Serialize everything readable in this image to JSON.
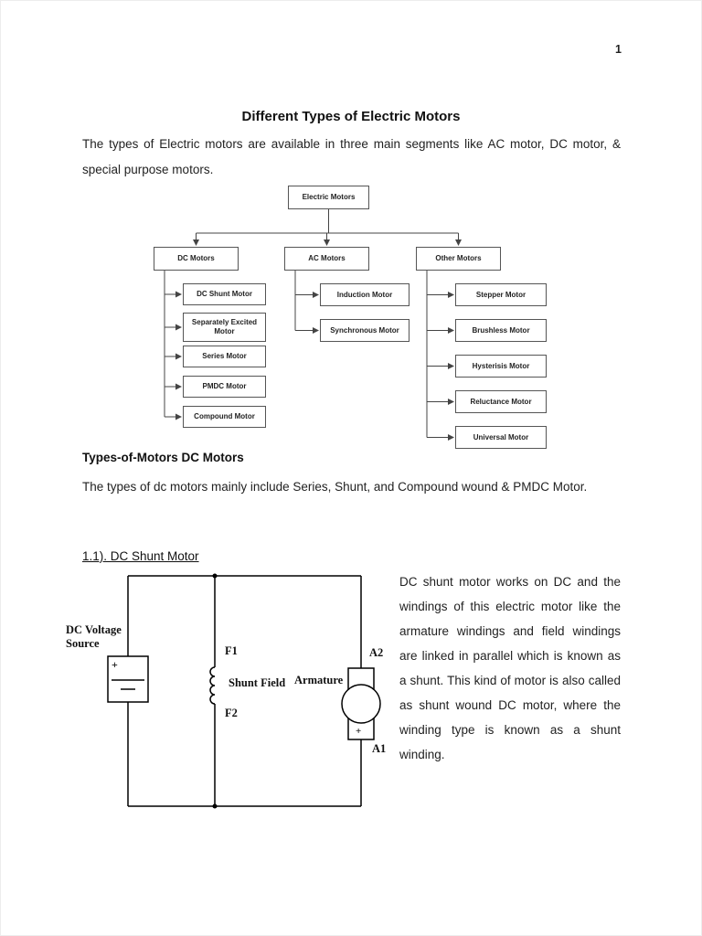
{
  "page": {
    "number": "1"
  },
  "title": "Different Types of Electric Motors",
  "intro": "The types of Electric motors are available in three main segments like AC motor, DC motor, & special purpose motors.",
  "tree": {
    "root": "Electric Motors",
    "branches": [
      {
        "label": "DC Motors",
        "children": [
          "DC Shunt Motor",
          "Separately Excited Motor",
          "Series Motor",
          "PMDC Motor",
          "Compound Motor"
        ]
      },
      {
        "label": "AC Motors",
        "children": [
          "Induction Motor",
          "Synchronous Motor"
        ]
      },
      {
        "label": "Other Motors",
        "children": [
          "Stepper Motor",
          "Brushless Motor",
          "Hysterisis Motor",
          "Reluctance Motor",
          "Universal Motor"
        ]
      }
    ]
  },
  "section": {
    "heading": "Types-of-Motors DC Motors",
    "body": "The types of dc motors mainly include Series, Shunt, and Compound wound & PMDC Motor."
  },
  "subsection": {
    "heading": "1.1). DC Shunt Motor",
    "body": "DC shunt motor works on DC and the windings of this electric motor like the armature windings and field windings are linked in parallel which is known as a shunt. This kind of motor is also called as shunt wound DC motor, where the winding type is known as a shunt winding."
  },
  "circuit": {
    "source_label": "DC Voltage Source",
    "plus": "+",
    "f1": "F1",
    "f2": "F2",
    "shunt_field": "Shunt Field",
    "armature": "Armature",
    "a2": "A2",
    "a1": "A1"
  }
}
